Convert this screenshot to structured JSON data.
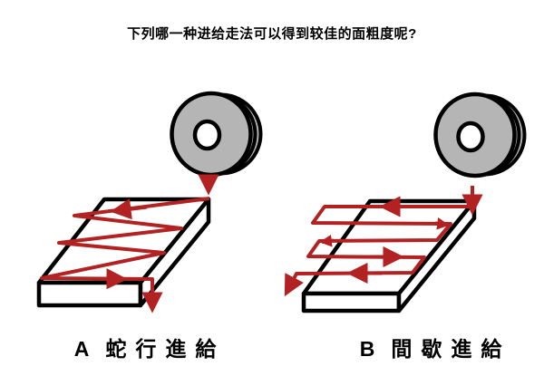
{
  "title": "下列哪一种进给走法可以得到较佳的面粗度呢?",
  "options": [
    {
      "letter": "A",
      "name": "蛇行進給"
    },
    {
      "letter": "B",
      "name": "間歇進給"
    }
  ],
  "icons": {
    "wheel_a": "grinding-wheel-icon",
    "wheel_b": "grinding-wheel-icon",
    "path_a": "serpentine-feed-path",
    "path_b": "intermittent-feed-path",
    "downfeed": "down-arrow-icon"
  },
  "colors": {
    "path_red": "#b22222",
    "wheel_gray": "#b5b5b5",
    "outline": "#000000",
    "background": "#ffffff",
    "text": "#000000"
  }
}
